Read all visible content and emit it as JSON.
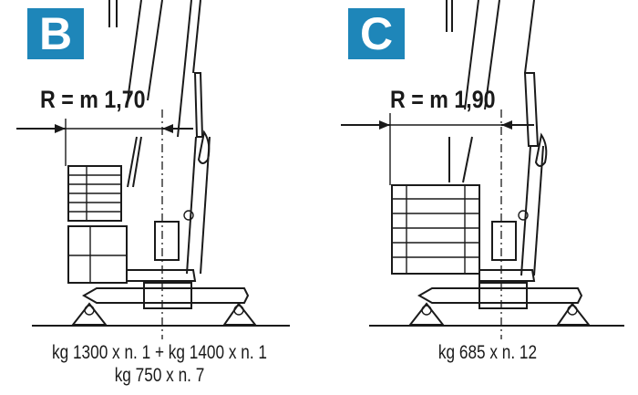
{
  "panels": [
    {
      "label": "B",
      "radius": "R = m 1,70",
      "caption_line1": "kg 1300 x n. 1 + kg 1400 x n. 1",
      "caption_line2": "kg 750 x n. 7"
    },
    {
      "label": "C",
      "radius": "R = m 1,90",
      "caption_line1": "kg 685 x n. 12"
    }
  ],
  "colors": {
    "badge": "#1e86b9",
    "ink": "#1a1a1a"
  }
}
